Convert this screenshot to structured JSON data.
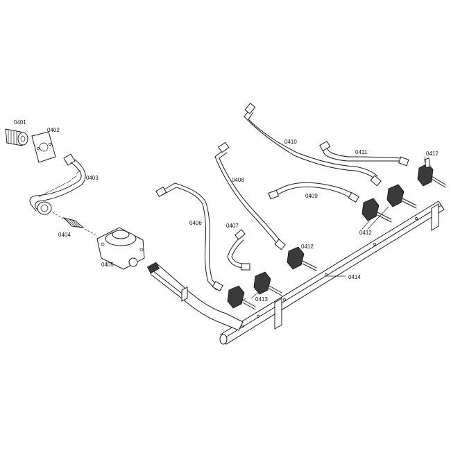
{
  "parts": {
    "p0401": "0401",
    "p0402": "0402",
    "p0403": "0403",
    "p0404": "0404",
    "p0405": "0405",
    "p0406": "0406",
    "p0407": "0407",
    "p0408": "0408",
    "p0409": "0409",
    "p0410": "0410",
    "p0411": "0411",
    "p0412_a": "0412",
    "p0412_b": "0412",
    "p0412_c": "0412",
    "p0413": "0413",
    "p0414": "0414"
  },
  "colors": {
    "line": "#1a1a1a",
    "background": "#ffffff"
  }
}
